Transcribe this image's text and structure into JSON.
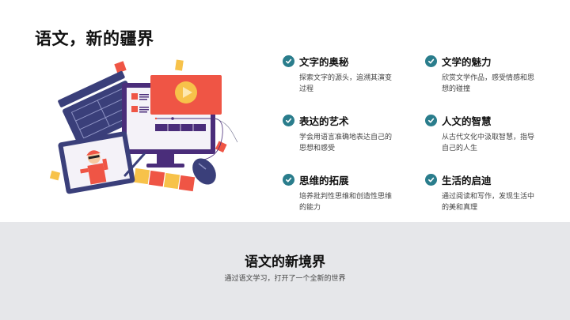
{
  "header": {
    "title": "语文，新的疆界"
  },
  "illustration": {
    "description": "video-editing illustration: monitor with play button, clapperboard, tablet with character, mouse, film strip"
  },
  "features": [
    {
      "title": "文字的奥秘",
      "desc": "探索文字的源头，追溯其演变过程",
      "icon": "check-circle-icon"
    },
    {
      "title": "文学的魅力",
      "desc": "欣赏文学作品，感受情感和思想的碰撞",
      "icon": "check-circle-icon"
    },
    {
      "title": "表达的艺术",
      "desc": "学会用语言准确地表达自己的思想和感受",
      "icon": "check-circle-icon"
    },
    {
      "title": "人文的智慧",
      "desc": "从古代文化中汲取智慧，指导自己的人生",
      "icon": "check-circle-icon"
    },
    {
      "title": "思维的拓展",
      "desc": "培养批判性思维和创造性思维的能力",
      "icon": "check-circle-icon"
    },
    {
      "title": "生活的启迪",
      "desc": "通过阅读和写作，发现生活中的美和真理",
      "icon": "check-circle-icon"
    }
  ],
  "footer": {
    "title": "语文的新境界",
    "subtitle": "通过语文学习，打开了一个全新的世界"
  },
  "colors": {
    "accent": "#2a7d8c",
    "bottom_band": "#e6e7ea",
    "illus_red": "#ef5545",
    "illus_navy": "#3a3f7a",
    "illus_purple": "#4a2d7a",
    "illus_yellow": "#f7c24a"
  }
}
